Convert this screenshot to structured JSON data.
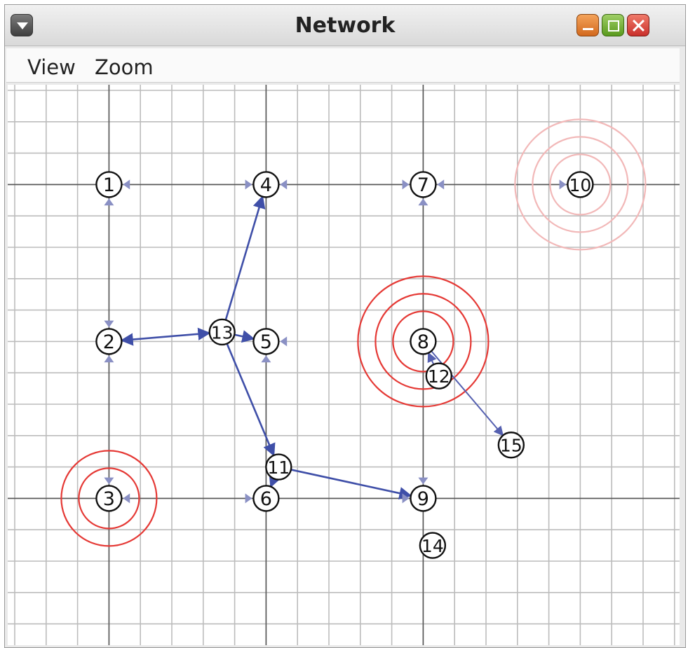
{
  "window": {
    "title": "Network"
  },
  "menu": {
    "items": [
      "View",
      "Zoom"
    ]
  },
  "colors": {
    "edge": "#3f4fa8",
    "edge_faint": "#8a90c4",
    "ring": "#e53935",
    "ring_faint": "#f2b8b8",
    "grid_minor": "#bcbcbc",
    "grid_major": "#555555"
  },
  "network": {
    "nodes": [
      {
        "id": "1",
        "col": 3,
        "row": 3
      },
      {
        "id": "2",
        "col": 3,
        "row": 8
      },
      {
        "id": "3",
        "col": 3,
        "row": 13
      },
      {
        "id": "4",
        "col": 8,
        "row": 3
      },
      {
        "id": "5",
        "col": 8,
        "row": 8
      },
      {
        "id": "6",
        "col": 8,
        "row": 13
      },
      {
        "id": "7",
        "col": 13,
        "row": 3
      },
      {
        "id": "8",
        "col": 13,
        "row": 8
      },
      {
        "id": "9",
        "col": 13,
        "row": 13
      },
      {
        "id": "10",
        "col": 18,
        "row": 3
      },
      {
        "id": "11",
        "col": 8.4,
        "row": 12.0
      },
      {
        "id": "12",
        "col": 13.5,
        "row": 9.1
      },
      {
        "id": "13",
        "col": 6.6,
        "row": 7.7
      },
      {
        "id": "14",
        "col": 13.3,
        "row": 14.5
      },
      {
        "id": "15",
        "col": 15.8,
        "row": 11.3
      }
    ],
    "edges": [
      {
        "from": "13",
        "to": "2",
        "strength": "strong",
        "both_arrows": true
      },
      {
        "from": "13",
        "to": "4",
        "strength": "strong",
        "both_arrows": false
      },
      {
        "from": "13",
        "to": "11",
        "strength": "strong",
        "both_arrows": false
      },
      {
        "from": "13",
        "to": "5",
        "strength": "strong",
        "both_arrows": false
      },
      {
        "from": "11",
        "to": "9",
        "strength": "strong",
        "both_arrows": false
      },
      {
        "from": "11",
        "to": "6",
        "strength": "strong",
        "both_arrows": false
      },
      {
        "from": "8",
        "to": "15",
        "strength": "medium",
        "both_arrows": false
      },
      {
        "from": "12",
        "to": "8",
        "strength": "medium",
        "both_arrows": false
      }
    ],
    "rings": [
      {
        "node": "3",
        "count": 2,
        "intensity": "strong"
      },
      {
        "node": "8",
        "count": 3,
        "intensity": "strong"
      },
      {
        "node": "10",
        "count": 3,
        "intensity": "faint"
      }
    ],
    "grid_arrows": [
      {
        "node": "1",
        "side": "right"
      },
      {
        "node": "1",
        "side": "bottom"
      },
      {
        "node": "2",
        "side": "top"
      },
      {
        "node": "2",
        "side": "bottom"
      },
      {
        "node": "3",
        "side": "top"
      },
      {
        "node": "3",
        "side": "right"
      },
      {
        "node": "4",
        "side": "left"
      },
      {
        "node": "4",
        "side": "right"
      },
      {
        "node": "5",
        "side": "right"
      },
      {
        "node": "5",
        "side": "bottom"
      },
      {
        "node": "6",
        "side": "left"
      },
      {
        "node": "7",
        "side": "left"
      },
      {
        "node": "7",
        "side": "right"
      },
      {
        "node": "7",
        "side": "bottom"
      },
      {
        "node": "9",
        "side": "left"
      },
      {
        "node": "9",
        "side": "top"
      },
      {
        "node": "10",
        "side": "left"
      }
    ]
  }
}
